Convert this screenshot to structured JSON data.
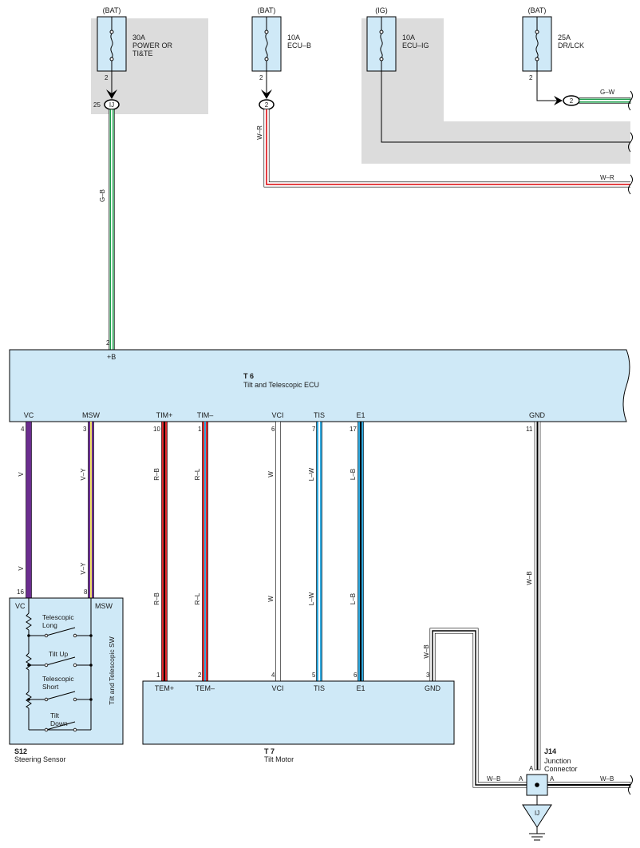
{
  "fuses": [
    {
      "source": "(BAT)",
      "amp": "30A",
      "line1": "POWER OR",
      "line2": "TI&TE",
      "pin": "2",
      "conn_pin": "25",
      "conn": "IJ"
    },
    {
      "source": "(BAT)",
      "amp": "10A",
      "line1": "ECU–B",
      "line2": "",
      "pin": "2",
      "conn_pin": "",
      "conn": "2"
    },
    {
      "source": "(IG)",
      "amp": "10A",
      "line1": "ECU–IG",
      "line2": "",
      "pin": "",
      "conn_pin": "",
      "conn": ""
    },
    {
      "source": "(BAT)",
      "amp": "25A",
      "line1": "DR/LCK",
      "line2": "",
      "pin": "2",
      "conn_pin": "",
      "conn": "2"
    }
  ],
  "wires_top": {
    "gb": "G–B",
    "wr_left": "W–R",
    "gw": "G–W",
    "wr_right": "W–R"
  },
  "ecu": {
    "ref": "T 6",
    "name": "Tilt and Telescopic ECU",
    "power_pin": "2",
    "power_label": "+B",
    "terminals": [
      {
        "label": "VC",
        "pin": "4"
      },
      {
        "label": "MSW",
        "pin": "3"
      },
      {
        "label": "TIM+",
        "pin": "10"
      },
      {
        "label": "TIM–",
        "pin": "1"
      },
      {
        "label": "VCI",
        "pin": "6"
      },
      {
        "label": "TIS",
        "pin": "7"
      },
      {
        "label": "E1",
        "pin": "17"
      },
      {
        "label": "GND",
        "pin": "11"
      }
    ]
  },
  "wire_colors": {
    "vc": "V",
    "msw": "V–Y",
    "tim_plus": "R–B",
    "tim_minus": "R–L",
    "vci": "W",
    "tis": "L–W",
    "e1": "L–B",
    "gnd": "W–B",
    "motor_gnd": "W–B"
  },
  "sensor": {
    "ref": "S12",
    "name": "Steering Sensor",
    "vc_label": "VC",
    "vc_pin": "16",
    "msw_label": "MSW",
    "msw_pin": "8",
    "side_label": "Tilt and Telescopic SW",
    "switches": [
      {
        "line1": "Telescopic",
        "line2": "Long"
      },
      {
        "line1": "Tilt Up",
        "line2": ""
      },
      {
        "line1": "Telescopic",
        "line2": "Short"
      },
      {
        "line1": "Tilt",
        "line2": "Down"
      }
    ]
  },
  "motor": {
    "ref": "T 7",
    "name": "Tilt Motor",
    "terminals": [
      {
        "label": "TEM+",
        "pin": "1"
      },
      {
        "label": "TEM–",
        "pin": "2"
      },
      {
        "label": "VCI",
        "pin": "4"
      },
      {
        "label": "TIS",
        "pin": "5"
      },
      {
        "label": "E1",
        "pin": "6"
      },
      {
        "label": "GND",
        "pin": "3"
      }
    ]
  },
  "junction": {
    "ref": "J14",
    "line1": "Junction",
    "line2": "Connector",
    "pin": "A",
    "left_wire": "W–B",
    "right_wire": "W–B",
    "ground": "IJ"
  },
  "colors": {
    "component_fill": "#cfe9f7",
    "shade": "#dcdcdc",
    "violet": "#6b2d8f",
    "yellow": "#f3e36a",
    "red": "#e0282d",
    "blue": "#2fa9df",
    "green": "#1b9d4a"
  }
}
